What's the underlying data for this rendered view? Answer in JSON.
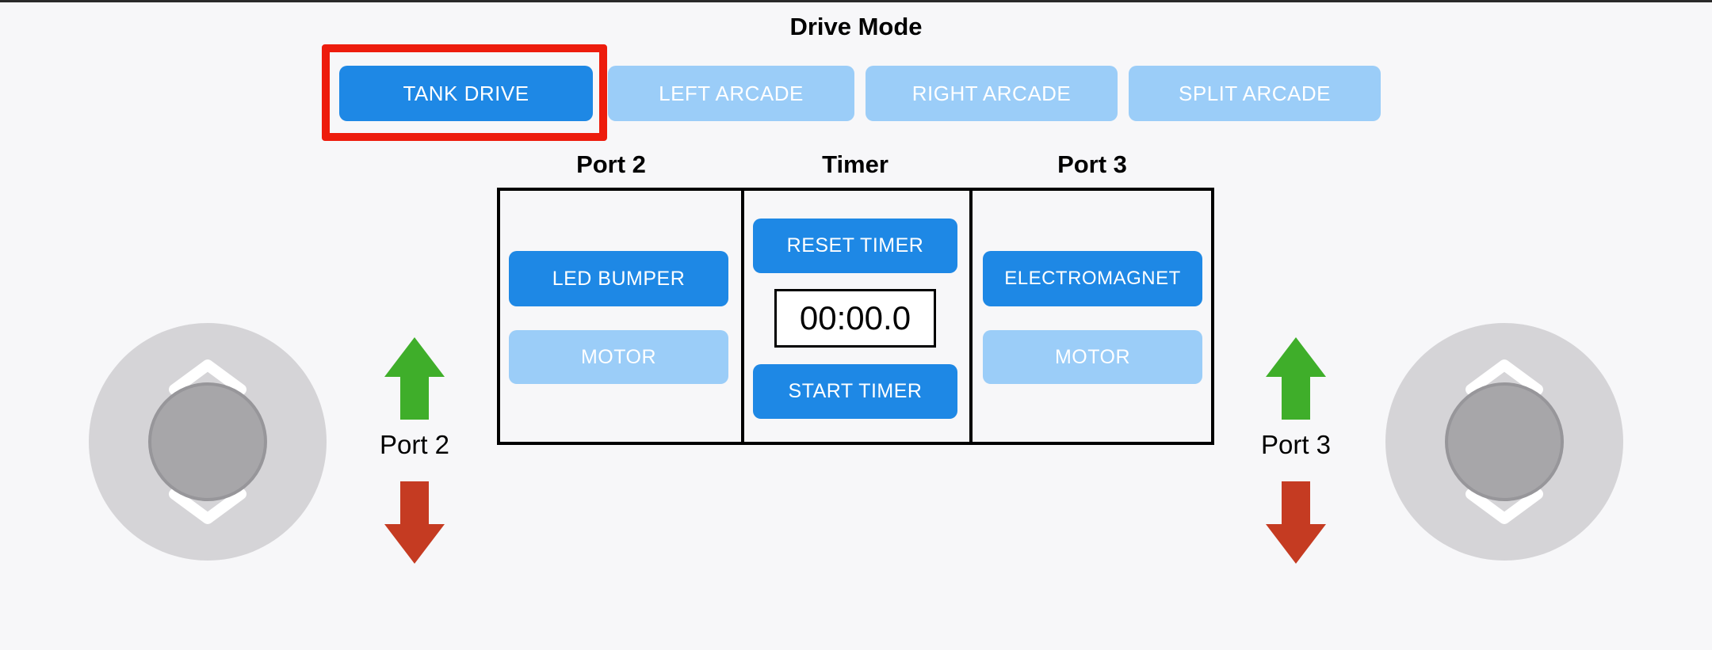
{
  "drive_mode": {
    "title": "Drive Mode",
    "buttons": [
      {
        "label": "TANK DRIVE",
        "state": "selected"
      },
      {
        "label": "LEFT ARCADE",
        "state": "unselected"
      },
      {
        "label": "RIGHT ARCADE",
        "state": "unselected"
      },
      {
        "label": "SPLIT ARCADE",
        "state": "unselected"
      }
    ],
    "highlight": {
      "target": "TANK DRIVE",
      "color": "#ed1c0d"
    }
  },
  "panel": {
    "port2": {
      "header": "Port 2",
      "device_button": {
        "label": "LED BUMPER",
        "state": "selected"
      },
      "motor_button": {
        "label": "MOTOR",
        "state": "unselected"
      }
    },
    "timer": {
      "header": "Timer",
      "reset_button": "RESET TIMER",
      "display": "00:00.0",
      "start_button": "START TIMER"
    },
    "port3": {
      "header": "Port 3",
      "device_button": {
        "label": "ELECTROMAGNET",
        "state": "selected"
      },
      "motor_button": {
        "label": "MOTOR",
        "state": "unselected"
      }
    }
  },
  "joysticks": {
    "left": {
      "port_label": "Port 2"
    },
    "right": {
      "port_label": "Port 3"
    }
  },
  "icons": {
    "up_arrow": "green-up-arrow-icon",
    "down_arrow": "red-down-arrow-icon",
    "joystick_chevrons": [
      "chevron-up-icon",
      "chevron-down-icon"
    ]
  },
  "colors": {
    "active_blue": "#1e88e5",
    "inactive_blue": "#9bcdf8",
    "arrow_green": "#3fae2a",
    "arrow_red": "#c53b22",
    "highlight_red": "#ed1c0d",
    "background": "#f7f7f9"
  }
}
